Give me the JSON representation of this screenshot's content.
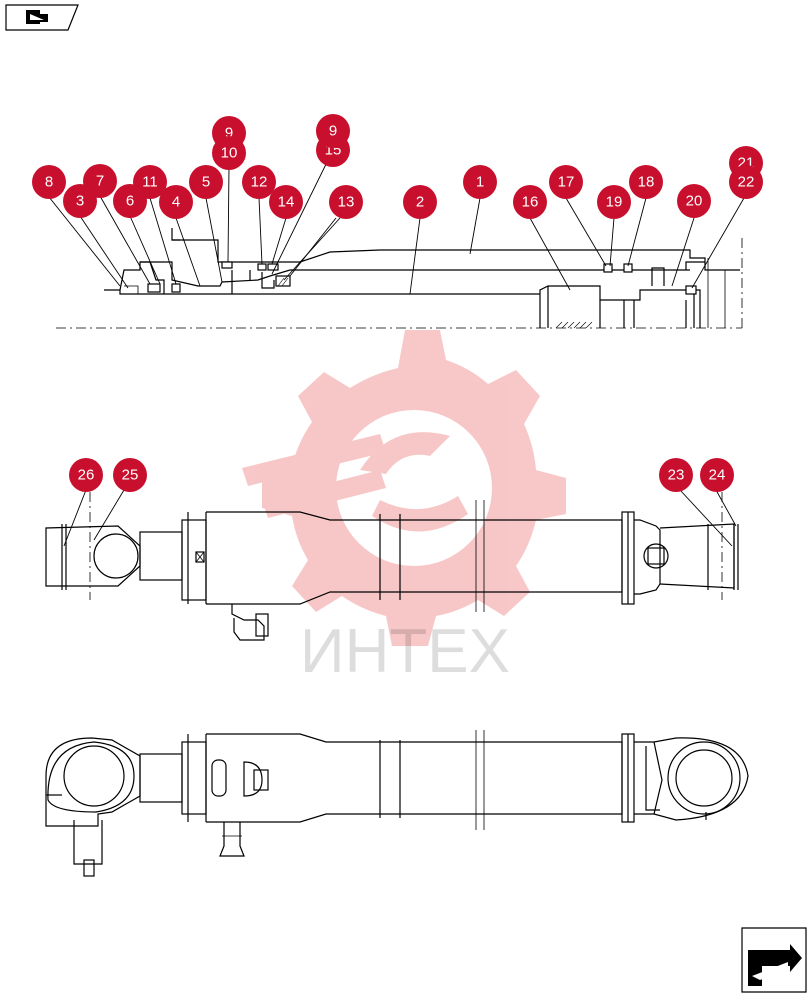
{
  "watermark": {
    "text": "ИНТЕХ",
    "color": "#e63a3a"
  },
  "nav": {
    "back_icon": "back-arrow-icon",
    "next_icon": "next-arrow-icon"
  },
  "callout_color": "#c8102e",
  "callouts": {
    "c1": "1",
    "c2": "2",
    "c3": "3",
    "c4": "4",
    "c5": "5",
    "c6": "6",
    "c7": "7",
    "c8": "8",
    "c9a": "9",
    "c9b": "9",
    "c10": "10",
    "c11": "11",
    "c12": "12",
    "c13": "13",
    "c14": "14",
    "c15": "15",
    "c16": "16",
    "c17": "17",
    "c18": "18",
    "c19": "19",
    "c20": "20",
    "c21": "21",
    "c22": "22",
    "c23": "23",
    "c24": "24",
    "c25": "25",
    "c26": "26"
  }
}
